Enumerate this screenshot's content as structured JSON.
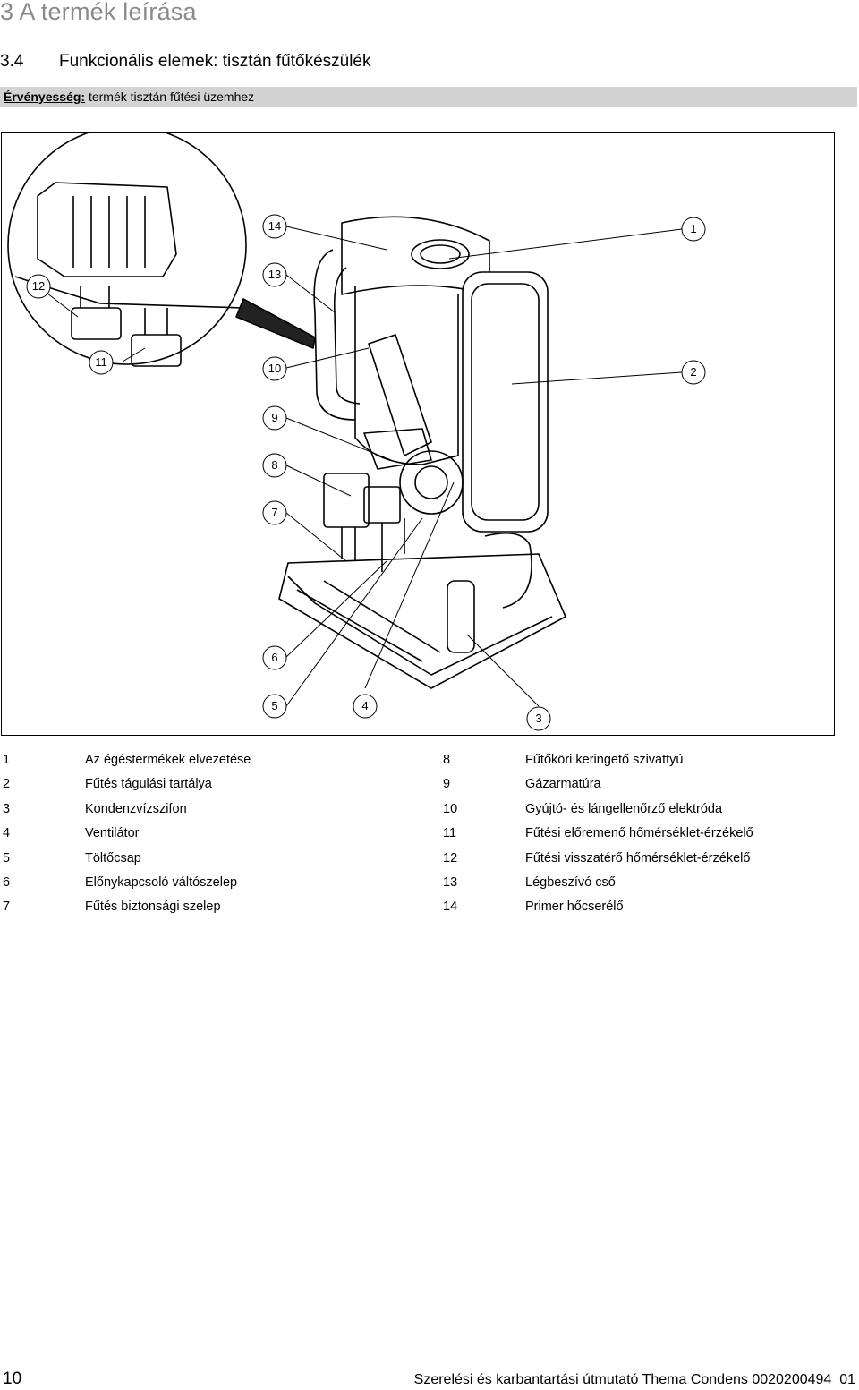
{
  "header": {
    "chapter": "3 A termék leírása",
    "section_number": "3.4",
    "section_title": "Funkcionális elemek: tisztán fűtőkészülék",
    "validity_label": "Érvényesség:",
    "validity_text": "termék tisztán fűtési üzemhez"
  },
  "figure": {
    "callouts": [
      "1",
      "2",
      "3",
      "4",
      "5",
      "6",
      "7",
      "8",
      "9",
      "10",
      "11",
      "12",
      "13",
      "14"
    ]
  },
  "legend": {
    "left": [
      {
        "n": "1",
        "text": "Az égéstermékek elvezetése"
      },
      {
        "n": "2",
        "text": "Fűtés tágulási tartálya"
      },
      {
        "n": "3",
        "text": "Kondenzvízszifon"
      },
      {
        "n": "4",
        "text": "Ventilátor"
      },
      {
        "n": "5",
        "text": "Töltőcsap"
      },
      {
        "n": "6",
        "text": "Előnykapcsoló váltószelep"
      },
      {
        "n": "7",
        "text": "Fűtés biztonsági szelep"
      }
    ],
    "right": [
      {
        "n": "8",
        "text": "Fűtőköri keringető szivattyú"
      },
      {
        "n": "9",
        "text": "Gázarmatúra"
      },
      {
        "n": "10",
        "text": "Gyújtó- és lángellenőrző elektróda"
      },
      {
        "n": "11",
        "text": "Fűtési előremenő hőmérséklet-érzékelő"
      },
      {
        "n": "12",
        "text": "Fűtési visszatérő hőmérséklet-érzékelő"
      },
      {
        "n": "13",
        "text": "Légbeszívó cső"
      },
      {
        "n": "14",
        "text": "Primer hőcserélő"
      }
    ]
  },
  "footer": {
    "page_number": "10",
    "document_title": "Szerelési és karbantartási útmutató Thema Condens 0020200494_01"
  }
}
